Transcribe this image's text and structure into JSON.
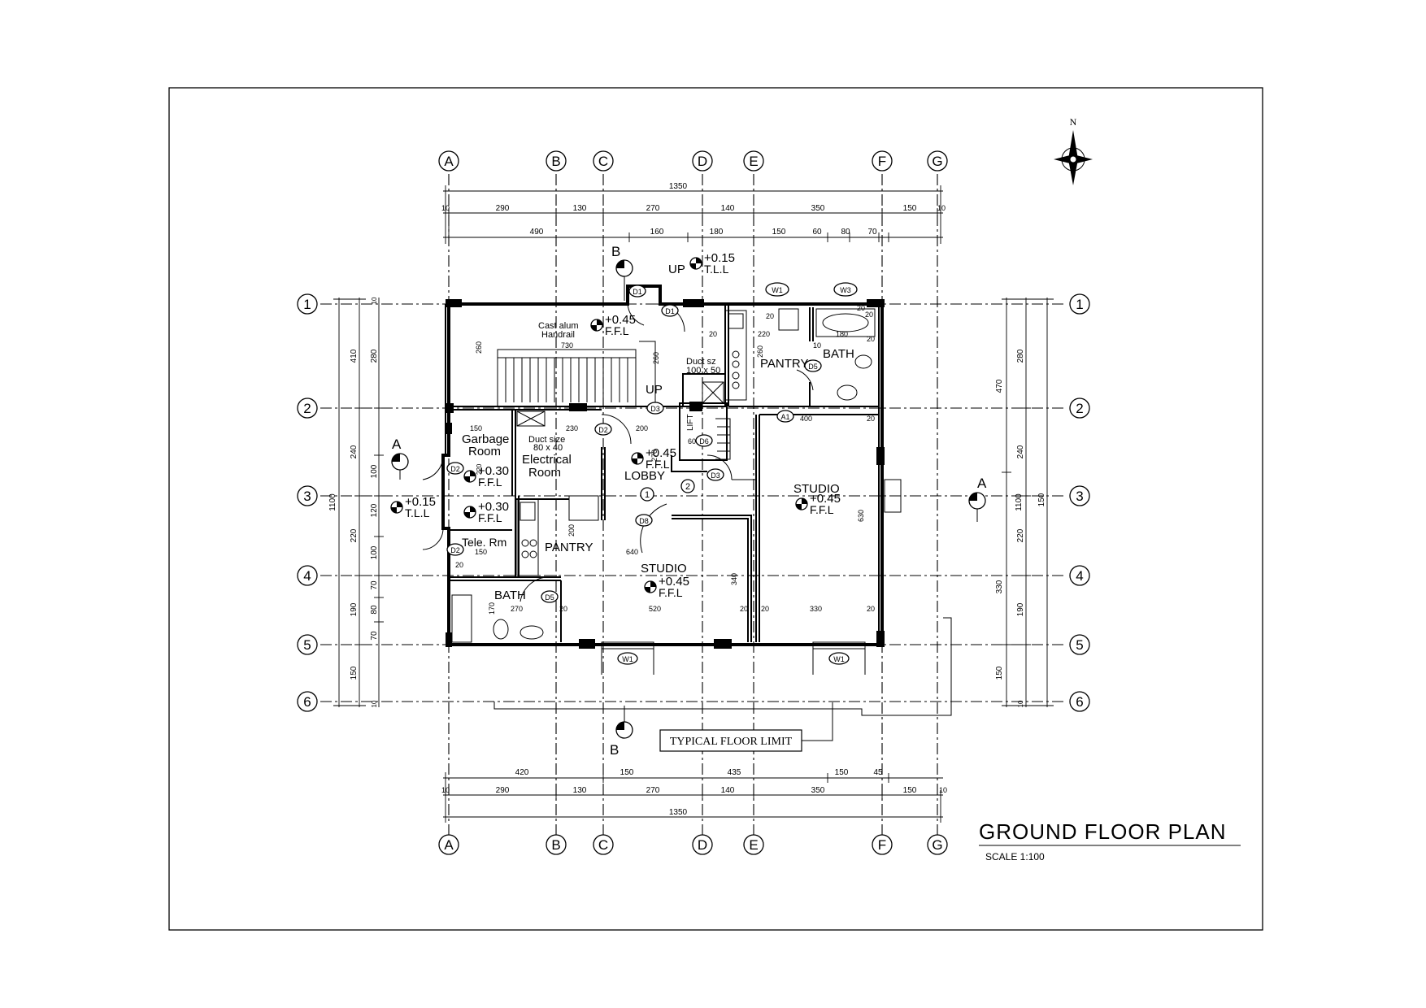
{
  "drawing": {
    "title": "GROUND FLOOR PLAN",
    "scale": "SCALE 1:100",
    "north": "N",
    "typical_floor_limit": "TYPICAL FLOOR LIMIT",
    "section_a": "A",
    "section_b": "B"
  },
  "grid_letters": [
    "A",
    "B",
    "C",
    "D",
    "E",
    "F",
    "G"
  ],
  "grid_numbers": [
    "1",
    "2",
    "3",
    "4",
    "5",
    "6"
  ],
  "dimensions": {
    "overall_top": "1350",
    "overall_bottom": "1350",
    "top_row1": [
      "10",
      "290",
      "130",
      "270",
      "140",
      "350",
      "150",
      "10"
    ],
    "top_row2": [
      "490",
      "160",
      "180",
      "150",
      "60",
      "80",
      "70"
    ],
    "bottom_row1": [
      "420",
      "150",
      "435",
      "150",
      "45"
    ],
    "bottom_row2": [
      "10",
      "290",
      "130",
      "270",
      "140",
      "350",
      "150",
      "10"
    ],
    "left_outer": "1100",
    "left_mid": [
      "410",
      "240",
      "220",
      "190",
      "150"
    ],
    "left_inner": [
      "10",
      "280",
      "100",
      "120",
      "100",
      "70",
      "80",
      "70",
      "10"
    ],
    "right_outer": "1100",
    "right_mid": [
      "470",
      "240",
      "330",
      "150"
    ],
    "right_inner": [
      "280",
      "150",
      "220",
      "190",
      "10"
    ],
    "interior": [
      "260",
      "730",
      "260",
      "20",
      "20",
      "220",
      "260",
      "20",
      "180",
      "20",
      "10",
      "400",
      "20",
      "150",
      "230",
      "200",
      "270",
      "60",
      "220",
      "640",
      "200",
      "150",
      "20",
      "170",
      "270",
      "520",
      "340",
      "20",
      "330",
      "20",
      "630",
      "20",
      "20",
      "20"
    ]
  },
  "rooms": {
    "pantry_top": "PANTRY",
    "bath_top": "BATH",
    "garbage_1": "Garbage",
    "garbage_2": "Room",
    "electrical_1": "Electrical",
    "electrical_2": "Room",
    "duct_size_1": "Duct size",
    "duct_size_2": "80 x 40",
    "duct_sz_top_1": "Duct sz",
    "duct_sz_top_2": "100 x 50",
    "lobby": "LOBBY",
    "studio_right": "STUDIO",
    "studio_center": "STUDIO",
    "tele_rm": "Tele. Rm",
    "pantry_left": "PANTRY",
    "bath_left": "BATH",
    "handrail_1": "Cast alum",
    "handrail_2": "Handrail",
    "up_1": "UP",
    "up_2": "UP",
    "lift": "LIFT"
  },
  "levels": {
    "tll_top": "+0.15",
    "tll_top_ref": "T.L.L",
    "stair_ffl": "+0.45",
    "stair_ffl_ref": "F.F.L",
    "lobby_ffl": "+0.45",
    "lobby_ffl_ref": "F.F.L",
    "garbage_ffl": "+0.30",
    "garbage_ffl_ref": "F.F.L",
    "entry_tll": "+0.15",
    "entry_tll_ref": "T.L.L",
    "tele_ffl": "+0.30",
    "tele_ffl_ref": "F.F.L",
    "studio_r_ffl": "+0.45",
    "studio_r_ffl_ref": "F.F.L",
    "studio_c_ffl": "+0.45",
    "studio_c_ffl_ref": "F.F.L"
  },
  "tags": {
    "doors": [
      "D1",
      "D1",
      "D3",
      "D2",
      "D6",
      "D3",
      "D8",
      "D2",
      "D2",
      "D5",
      "D5"
    ],
    "windows": [
      "W1",
      "W3",
      "W1",
      "W1",
      "A1"
    ],
    "steps": [
      "1",
      "2"
    ]
  }
}
